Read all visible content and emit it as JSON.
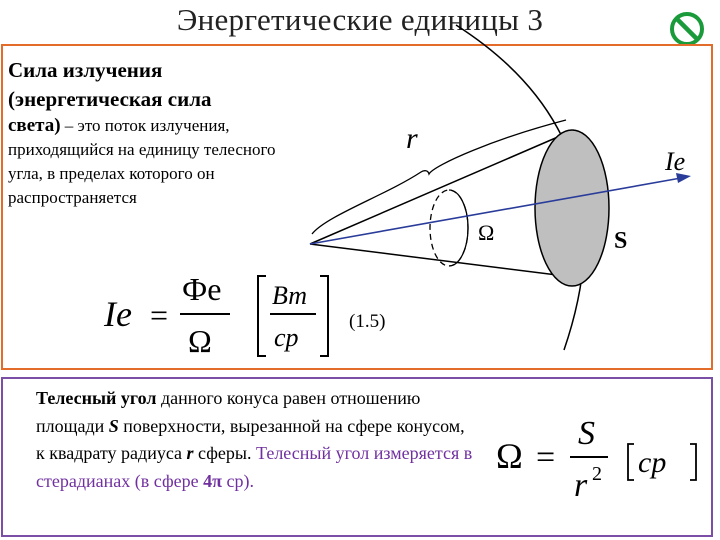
{
  "title": "Энергетические единицы 3",
  "icons": {
    "nav_button": "no-entry-icon",
    "nav_button_color": "#1a9a3a"
  },
  "colors": {
    "box1_border": "#e36c2a",
    "box2_border": "#7b4fa6",
    "purple_text": "#7030a0",
    "disk_fill": "#bfbfbf"
  },
  "definition": {
    "term_line1": "Сила излучения",
    "term_line2": "(энергетическая сила",
    "term_line3": "света)",
    "rest": "– это поток излучения, приходящийся на единицу телесного угла, в пределах которого он распространяется"
  },
  "figure": {
    "label_r": "r",
    "label_ie": "Ie",
    "label_omega": "Ω",
    "label_s": "S"
  },
  "formula1": {
    "lhs": "Ie",
    "numerator": "Фe",
    "denominator": "Ω",
    "unit_num": "Вт",
    "unit_den": "ср",
    "equation_number": "(1.5)"
  },
  "solid_angle": {
    "term": "Телесный угол",
    "text1": " данного конуса равен отношению площади ",
    "s_letter": "S",
    "text2": " поверхности, вырезанной на сфере конусом, к квадрату радиуса ",
    "r_letter": "r",
    "text3": " сферы. ",
    "purple_text": "Телесный угол измеряется в стерадианах (в сфере ",
    "four_pi": "4π",
    "tail": " ср)."
  },
  "formula2": {
    "lhs": "Ω",
    "numerator": "S",
    "denominator": "r",
    "exponent": "2",
    "unit": "ср"
  }
}
